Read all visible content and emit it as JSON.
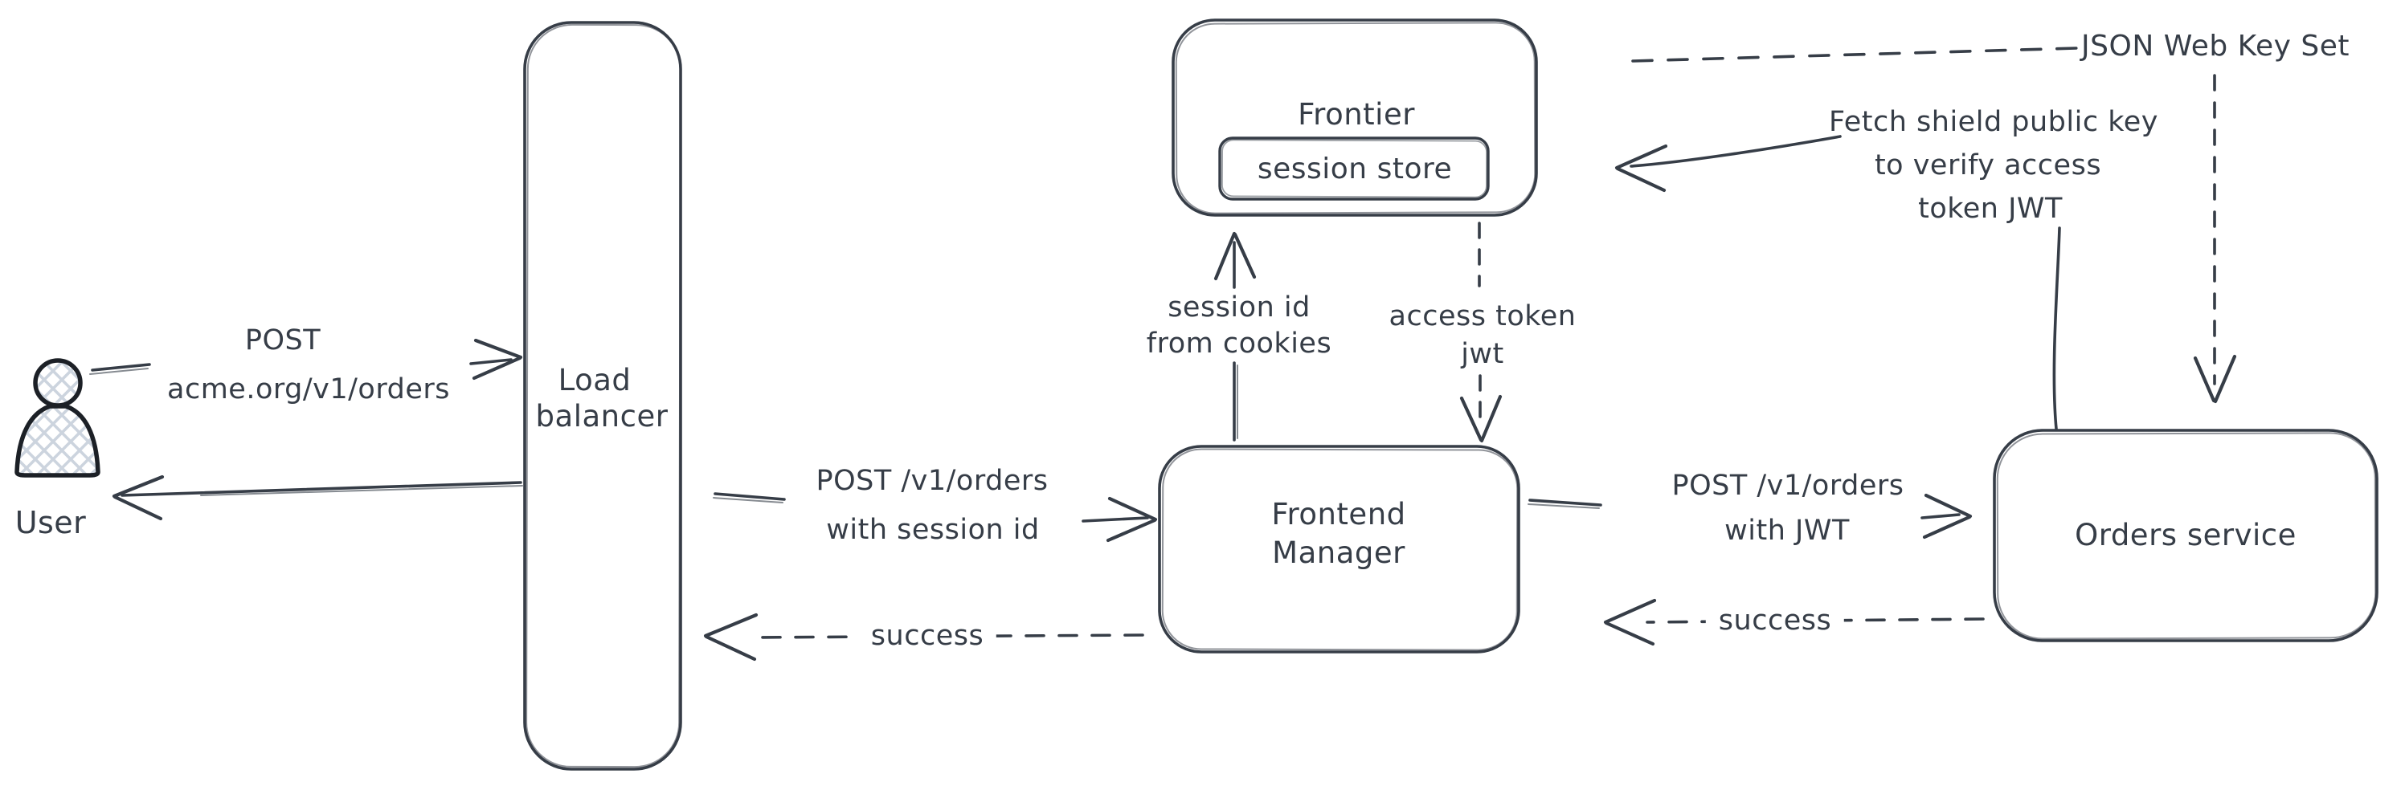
{
  "app": {
    "kind": "hand-drawn architecture diagram",
    "background": "#ffffff"
  },
  "colors": {
    "stroke": "#363d47",
    "label_text": "#363d47",
    "user_outline": "#1c2026",
    "hatch_fill": "#ccd4de"
  },
  "nodes": {
    "user": {
      "label": "User"
    },
    "load_balancer": {
      "line1": "Load",
      "line2": "balancer"
    },
    "frontier": {
      "label": "Frontier"
    },
    "session_store": {
      "label": "session store"
    },
    "frontend_manager": {
      "line1": "Frontend",
      "line2": "Manager"
    },
    "orders_service": {
      "label": "Orders service"
    }
  },
  "edges": {
    "user_to_load_balancer": {
      "line1": "POST",
      "line2": "acme.org/v1/orders"
    },
    "load_balancer_to_frontend_manager": {
      "line1": "POST /v1/orders",
      "line2": "with session id"
    },
    "frontend_manager_to_load_balancer": {
      "label": "success"
    },
    "frontend_manager_to_frontier": {
      "line1": "session id",
      "line2": "from cookies"
    },
    "frontier_to_frontend_manager": {
      "line1": "access token",
      "line2": "jwt"
    },
    "frontend_manager_to_orders_service": {
      "line1": "POST /v1/orders",
      "line2": "with JWT"
    },
    "orders_service_to_frontend_manager": {
      "label": "success"
    },
    "orders_service_to_frontier": {
      "line1": "Fetch shield public key",
      "line2": "to verify access",
      "line3": "token JWT"
    },
    "json_web_key_set": {
      "label": "JSON Web Key Set"
    }
  }
}
